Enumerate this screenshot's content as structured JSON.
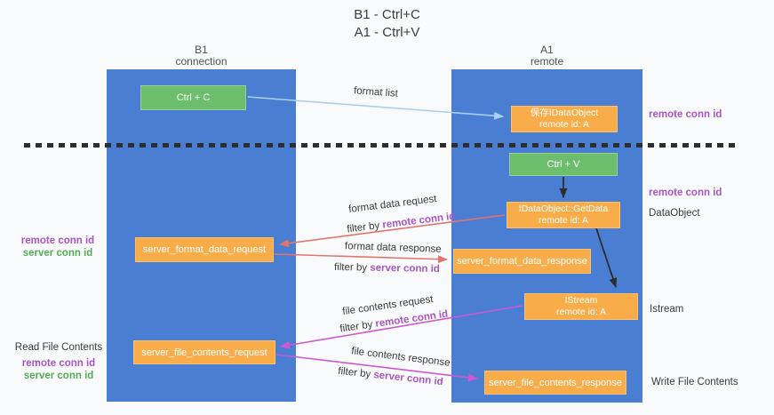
{
  "title": {
    "line1": "B1 - Ctrl+C",
    "line2": "A1 - Ctrl+V"
  },
  "lanes": {
    "left": {
      "name": "B1",
      "role": "connection"
    },
    "right": {
      "name": "A1",
      "role": "remote"
    }
  },
  "nodes": {
    "ctrl_c": {
      "label": "Ctrl + C"
    },
    "ctrl_v": {
      "label": "Ctrl + V"
    },
    "save_idataobject": {
      "line1": "保存IDataObject",
      "line2": "remote id: A"
    },
    "idataobject_getdata": {
      "line1": "IDataObject::GetData",
      "line2": "remote id: A"
    },
    "istream": {
      "line1": "IStream",
      "line2": "remote id: A"
    },
    "server_format_data_request": {
      "label": "server_format_data_request"
    },
    "server_format_data_response": {
      "label": "server_format_data_response"
    },
    "server_file_contents_request": {
      "label": "server_file_contents_request"
    },
    "server_file_contents_response": {
      "label": "server_file_contents_response"
    }
  },
  "flow_labels": {
    "format_list": "format list",
    "format_data_request": {
      "title": "format data request",
      "filter_prefix": "filter by ",
      "filter_key": "remote conn id"
    },
    "format_data_response": {
      "title": "format data response",
      "filter_prefix": "filter by ",
      "filter_key": "server conn id"
    },
    "file_contents_request": {
      "title": "file contents request",
      "filter_prefix": "filter by ",
      "filter_key": "remote conn id"
    },
    "file_contents_response": {
      "title": "file contents response",
      "filter_prefix": "filter by ",
      "filter_key": "server conn id"
    }
  },
  "side_labels": {
    "right_remote_conn_top": "remote conn id",
    "right_remote_conn_mid": "remote conn id",
    "right_dataobject": "DataObject",
    "right_istream": "Istream",
    "right_write_file": "Write File Contents",
    "left_remote_conn_1": "remote conn id",
    "left_server_conn_1": "server conn id",
    "left_read_file": "Read File Contents",
    "left_remote_conn_2": "remote conn id",
    "left_server_conn_2": "server conn id"
  },
  "colors": {
    "lane_blue": "#4a7ed3",
    "node_orange": "#f9ad4a",
    "node_green": "#6cbd6c",
    "arrow_salmon": "#e5746c",
    "arrow_magenta": "#cf58cf",
    "arrow_lightblue": "#a9cff2",
    "arrow_black": "#2d2d2d",
    "label_purple": "#a855c4",
    "label_green": "#57aa57"
  }
}
